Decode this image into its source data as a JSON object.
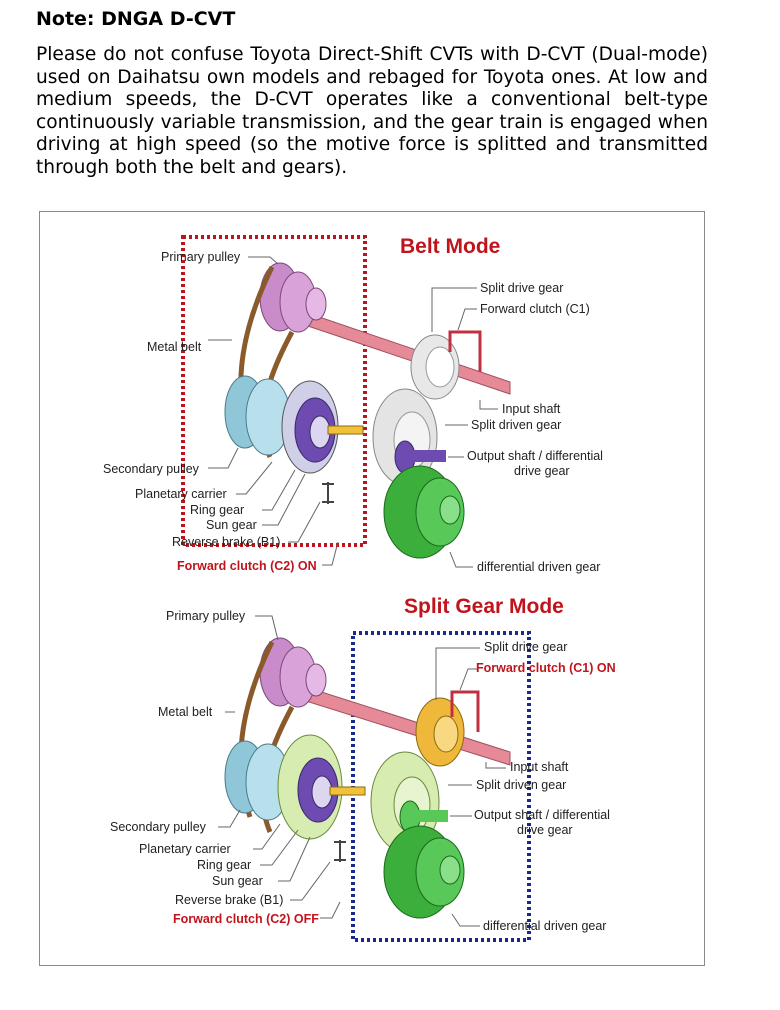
{
  "note": {
    "title": "Note: DNGA D-CVT",
    "body": "Please do not confuse Toyota Direct-Shift CVTs with D-CVT (Dual-mode) used on Daihatsu own models and rebaged for Toyota ones. At low and medium speeds, the D-CVT operates like a conventional belt-type continuously variable transmission, and the gear train is engaged when driving at high speed (so the motive force is splitted and transmitted through both the belt and gears)."
  },
  "diagram": {
    "belt_mode": {
      "title": "Belt Mode",
      "labels": {
        "primary_pulley": "Primary pulley",
        "metal_belt": "Metal belt",
        "secondary_pulley": "Secondary pulley",
        "planetary_carrier": "Planetary carrier",
        "ring_gear": "Ring gear",
        "sun_gear": "Sun gear",
        "reverse_brake": "Reverse brake (B1)",
        "forward_clutch_c2": "Forward clutch (C2) ON",
        "split_drive_gear": "Split drive gear",
        "forward_clutch_c1": "Forward clutch (C1)",
        "input_shaft": "Input shaft",
        "split_driven_gear": "Split driven gear",
        "output_shaft_1": "Output shaft / differential",
        "output_shaft_2": "drive gear",
        "differential_driven_gear": "differential driven gear"
      }
    },
    "split_mode": {
      "title": "Split Gear Mode",
      "labels": {
        "primary_pulley": "Primary pulley",
        "metal_belt": "Metal belt",
        "secondary_pulley": "Secondary pulley",
        "planetary_carrier": "Planetary carrier",
        "ring_gear": "Ring gear",
        "sun_gear": "Sun gear",
        "reverse_brake": "Reverse brake (B1)",
        "forward_clutch_c2": "Forward clutch (C2) OFF",
        "split_drive_gear": "Split drive gear",
        "forward_clutch_c1": "Forward clutch (C1) ON",
        "input_shaft": "Input shaft",
        "split_driven_gear": "Split driven gear",
        "output_shaft_1": "Output shaft / differential",
        "output_shaft_2": "drive gear",
        "differential_driven_gear": "differential driven gear"
      }
    },
    "colors": {
      "highlight_red": "#c0141c",
      "highlight_blue": "#1a2a8a",
      "pulley_pink": "#c98bc9",
      "belt_brown": "#8a5a2a",
      "shaft_pink": "#e58a96",
      "planetary_purple": "#6e4bb0",
      "output_green": "#3cae3c",
      "split_yellow": "#f0b83a",
      "ring_lightgreen": "#d6ecb0"
    }
  }
}
